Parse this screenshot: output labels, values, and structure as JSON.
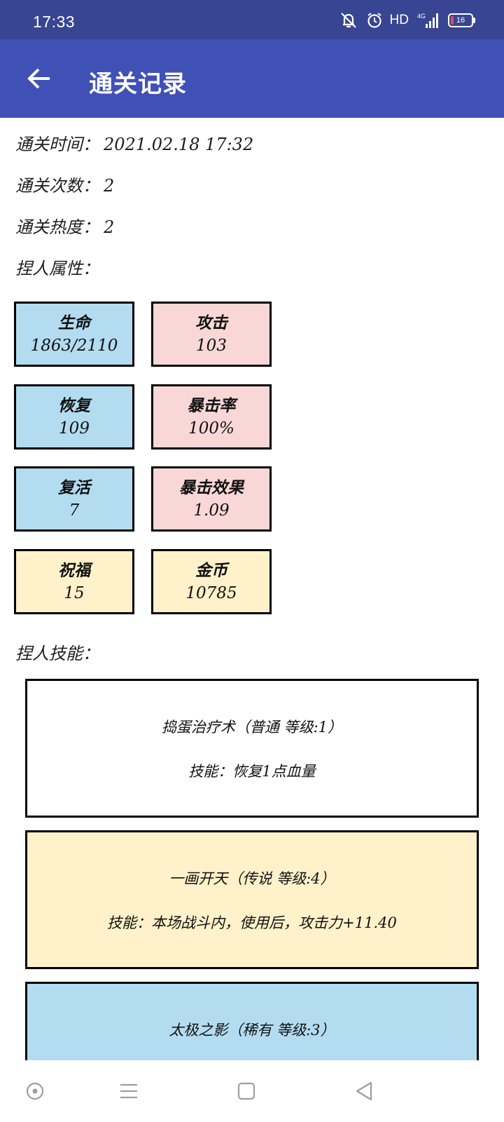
{
  "status_bar": {
    "time": "17:33",
    "network": "HD",
    "battery": "16"
  },
  "app_bar": {
    "title": "通关记录"
  },
  "info": {
    "time_label": "通关时间：",
    "time_value": "2021.02.18  17:32",
    "count_label": "通关次数：",
    "count_value": "2",
    "heat_label": "通关热度：",
    "heat_value": "2",
    "attrs_label": "捏人属性：",
    "skills_label": "捏人技能："
  },
  "attributes": [
    {
      "name": "生命",
      "value": "1863/2110",
      "color": "#b3dcf1"
    },
    {
      "name": "攻击",
      "value": "103",
      "color": "#f9d7d6"
    },
    {
      "name": "恢复",
      "value": "109",
      "color": "#b3dcf1"
    },
    {
      "name": "暴击率",
      "value": "100%",
      "color": "#f9d7d6"
    },
    {
      "name": "复活",
      "value": "7",
      "color": "#b3dcf1"
    },
    {
      "name": "暴击效果",
      "value": "1.09",
      "color": "#f9d7d6"
    },
    {
      "name": "祝福",
      "value": "15",
      "color": "#fff1c9"
    },
    {
      "name": "金币",
      "value": "10785",
      "color": "#fff1c9"
    }
  ],
  "skills": [
    {
      "title": "捣蛋治疗术（普通 等级:1）",
      "desc": "技能：恢复1点血量",
      "color": "#ffffff"
    },
    {
      "title": "一画开天（传说 等级:4）",
      "desc": "技能：本场战斗内，使用后，攻击力+11.40",
      "color": "#fff1c9"
    },
    {
      "title": "太极之影（稀有 等级:3）",
      "desc": "",
      "color": "#b3dcf1"
    }
  ]
}
